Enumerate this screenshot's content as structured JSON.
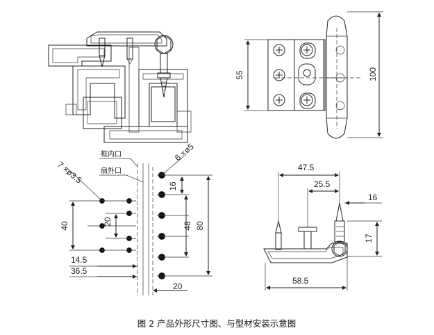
{
  "caption": "图 2 产品外形尺寸图、与型材安装示意图",
  "front_view": {
    "dim_height_small": "55",
    "dim_height_large": "100"
  },
  "hole_pattern": {
    "label_frame_inner": "框内口",
    "label_sash_outer": "扇外口",
    "holes_large": "6 ×ø5",
    "holes_small": "7 ×ø3.5",
    "dim_40": "40",
    "dim_20": "20",
    "dim_14_5": "14.5",
    "dim_36_5": "36.5",
    "dim_16": "16",
    "dim_48": "48",
    "dim_80": "80",
    "dim_bottom_20": "20"
  },
  "side_view": {
    "dim_47_5": "47.5",
    "dim_25_5": "25.5",
    "dim_16": "16",
    "dim_17": "17",
    "dim_58_5": "58.5"
  }
}
